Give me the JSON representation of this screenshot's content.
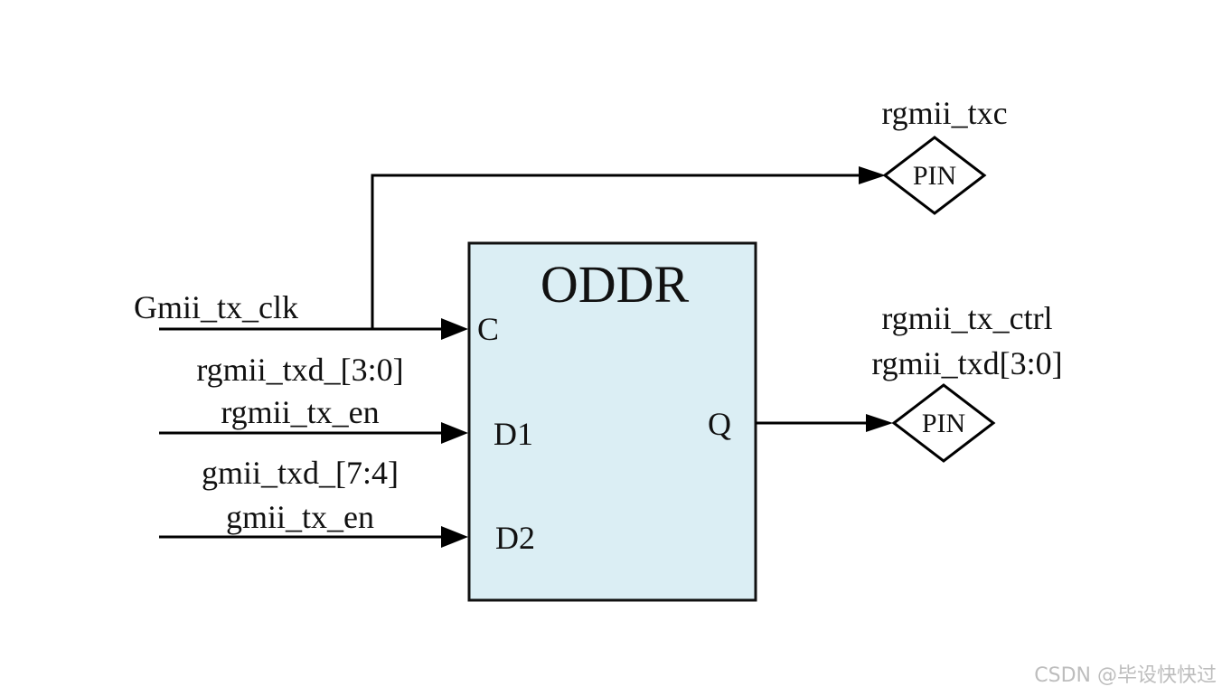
{
  "block": {
    "title": "ODDR",
    "ports": {
      "c": "C",
      "d1": "D1",
      "d2": "D2",
      "q": "Q"
    }
  },
  "inputs": {
    "clk": "Gmii_tx_clk",
    "d1_line1": "rgmii_txd_[3:0]",
    "d1_line2": "rgmii_tx_en",
    "d2_line1": "gmii_txd_[7:4]",
    "d2_line2": "gmii_tx_en"
  },
  "outputs": {
    "txc_label": "rgmii_txc",
    "txc_pin": "PIN",
    "q_line1": "rgmii_tx_ctrl",
    "q_line2": "rgmii_txd[3:0]",
    "q_pin": "PIN"
  },
  "colors": {
    "block_fill": "#dbeef4",
    "line": "#000000",
    "watermark": "#bdbdbd"
  },
  "watermark": "CSDN @毕设快快过"
}
